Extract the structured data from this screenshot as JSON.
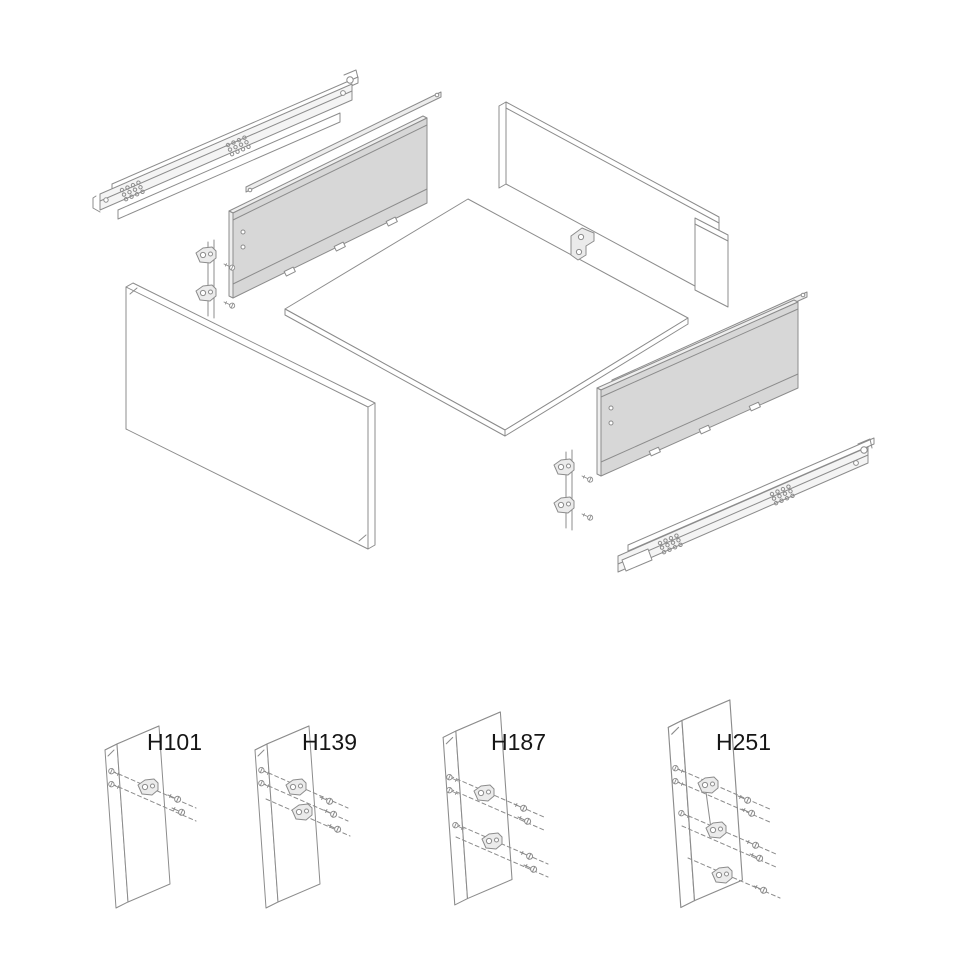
{
  "page": {
    "background_color": "#ffffff",
    "kind": "technical-line-drawing"
  },
  "diagram": {
    "subject": "drawer-slide-system-exploded-assembly-with-front-height-variants",
    "line_color": "#8c8c8c",
    "panel_fill_color": "#d7d7d7",
    "label_color": "#161616",
    "parts": [
      "left-drawer-slide",
      "left-gallery-rail",
      "left-drawer-side-panel",
      "left-front-fixing-brackets",
      "left-cabinet-side-panel",
      "back-panel",
      "drawer-bottom-panel",
      "center-fixing-bracket",
      "right-cabinet-side-panel",
      "right-gallery-rail",
      "right-drawer-side-panel",
      "right-front-fixing-brackets",
      "right-drawer-slide"
    ],
    "variants": [
      {
        "label": "H101"
      },
      {
        "label": "H139"
      },
      {
        "label": "H187"
      },
      {
        "label": "H251"
      }
    ]
  }
}
